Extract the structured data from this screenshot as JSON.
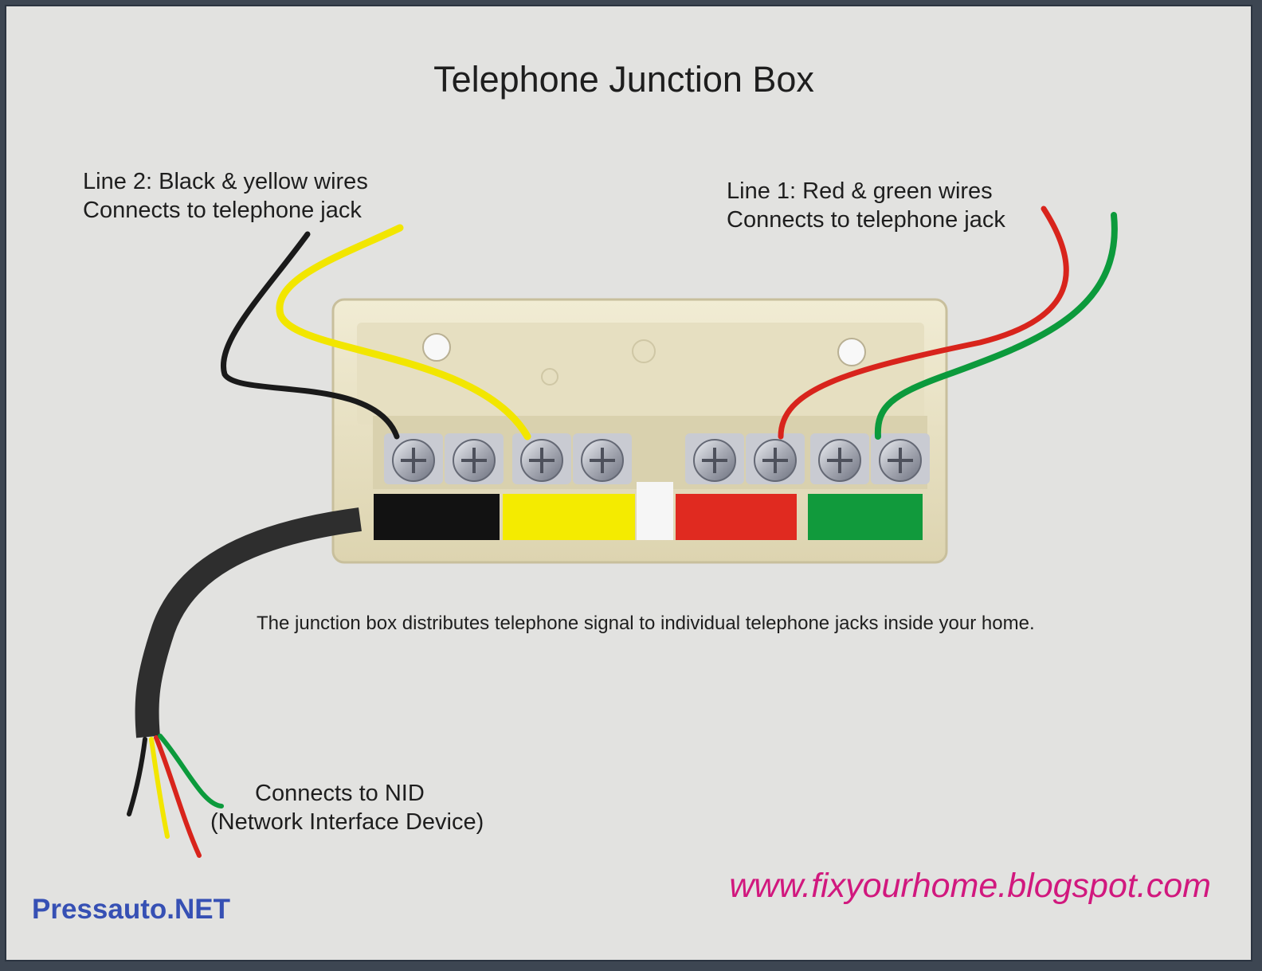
{
  "diagram": {
    "title": "Telephone Junction Box",
    "line2_caption": {
      "line_a": "Line 2: Black & yellow wires",
      "line_b": "Connects to telephone jack"
    },
    "line1_caption": {
      "line_a": "Line 1: Red & green wires",
      "line_b": "Connects to telephone jack"
    },
    "description": "The junction box distributes telephone signal to individual telephone jacks inside your home.",
    "nid_caption": {
      "line_a": "Connects to NID",
      "line_b": "(Network Interface Device)"
    },
    "source_url": "www.fixyourhome.blogspot.com",
    "watermark": "Pressauto.NET"
  },
  "colors": {
    "background": "#e2e2e0",
    "box_body": "#ebe4c6",
    "wire_black": "#1a1a1a",
    "wire_yellow": "#f2e600",
    "wire_red": "#d8241c",
    "wire_green": "#0c9a3c",
    "cable_jacket": "#2e2e2e",
    "url_text": "#d1187e",
    "watermark_text": "#3650b4"
  },
  "terminal_strips": [
    "black",
    "yellow",
    "white",
    "red",
    "green"
  ]
}
